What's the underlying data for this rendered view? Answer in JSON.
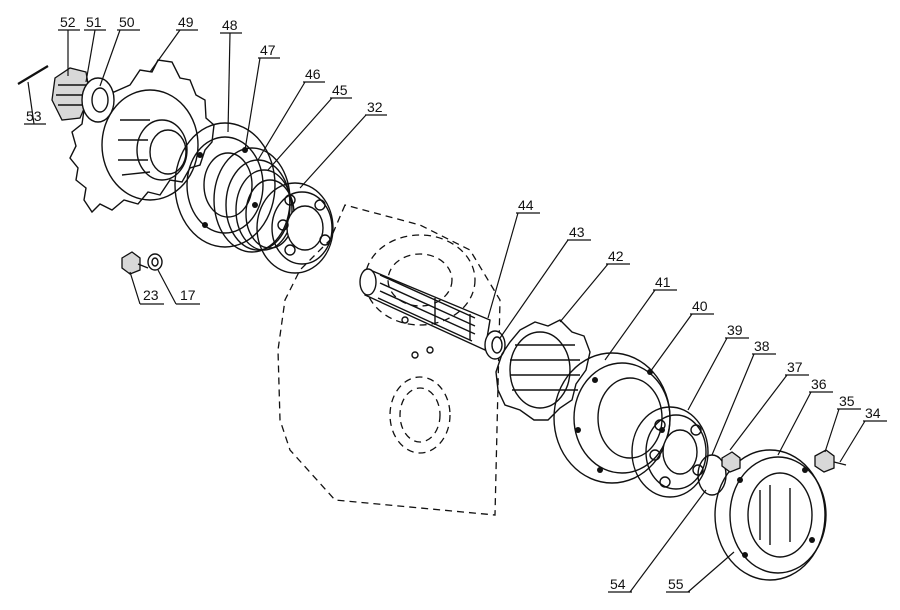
{
  "labels": {
    "l52": "52",
    "l51": "51",
    "l50": "50",
    "l49": "49",
    "l48": "48",
    "l47": "47",
    "l46": "46",
    "l45": "45",
    "l32": "32",
    "l53": "53",
    "l23": "23",
    "l17": "17",
    "l44": "44",
    "l43": "43",
    "l42": "42",
    "l41": "41",
    "l40": "40",
    "l39": "39",
    "l38": "38",
    "l37": "37",
    "l36": "36",
    "l35": "35",
    "l34": "34",
    "l54": "54",
    "l55": "55"
  }
}
